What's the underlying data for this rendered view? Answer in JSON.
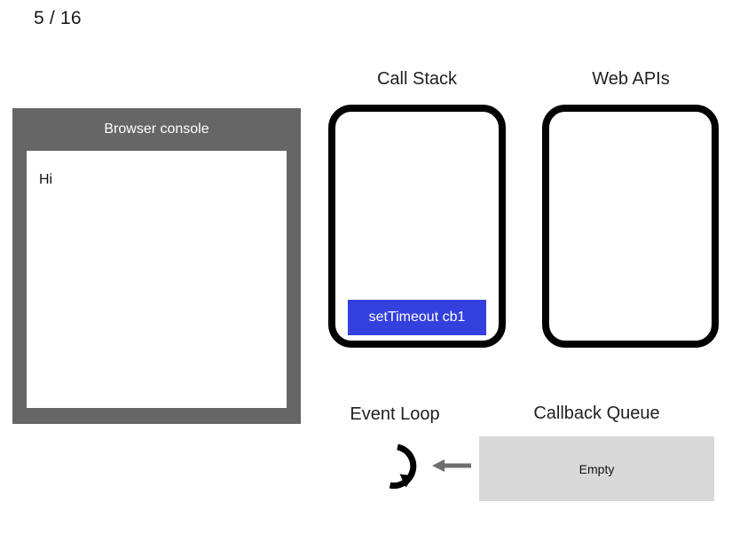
{
  "slide": {
    "counter": "5 / 16",
    "current": 5,
    "total": 16
  },
  "console_panel": {
    "title": "Browser console",
    "frame_color": "#666666",
    "output_background": "#ffffff",
    "lines": [
      {
        "text": "Hi"
      }
    ]
  },
  "call_stack": {
    "heading": "Call Stack",
    "border_color": "#000000",
    "frames": [
      {
        "label": "setTimeout cb1",
        "color": "#3340dd",
        "text_color": "#ffffff"
      }
    ]
  },
  "web_apis": {
    "heading": "Web APIs",
    "border_color": "#000000",
    "items": []
  },
  "event_loop": {
    "heading": "Event Loop",
    "icon": "circular-arrow-icon",
    "icon_color": "#000000"
  },
  "queue_arrow": {
    "icon": "arrow-left-icon",
    "color": "#6e6e6e",
    "direction": "left"
  },
  "callback_queue": {
    "heading": "Callback Queue",
    "background": "#d9d9d9",
    "status": "Empty",
    "items": []
  }
}
